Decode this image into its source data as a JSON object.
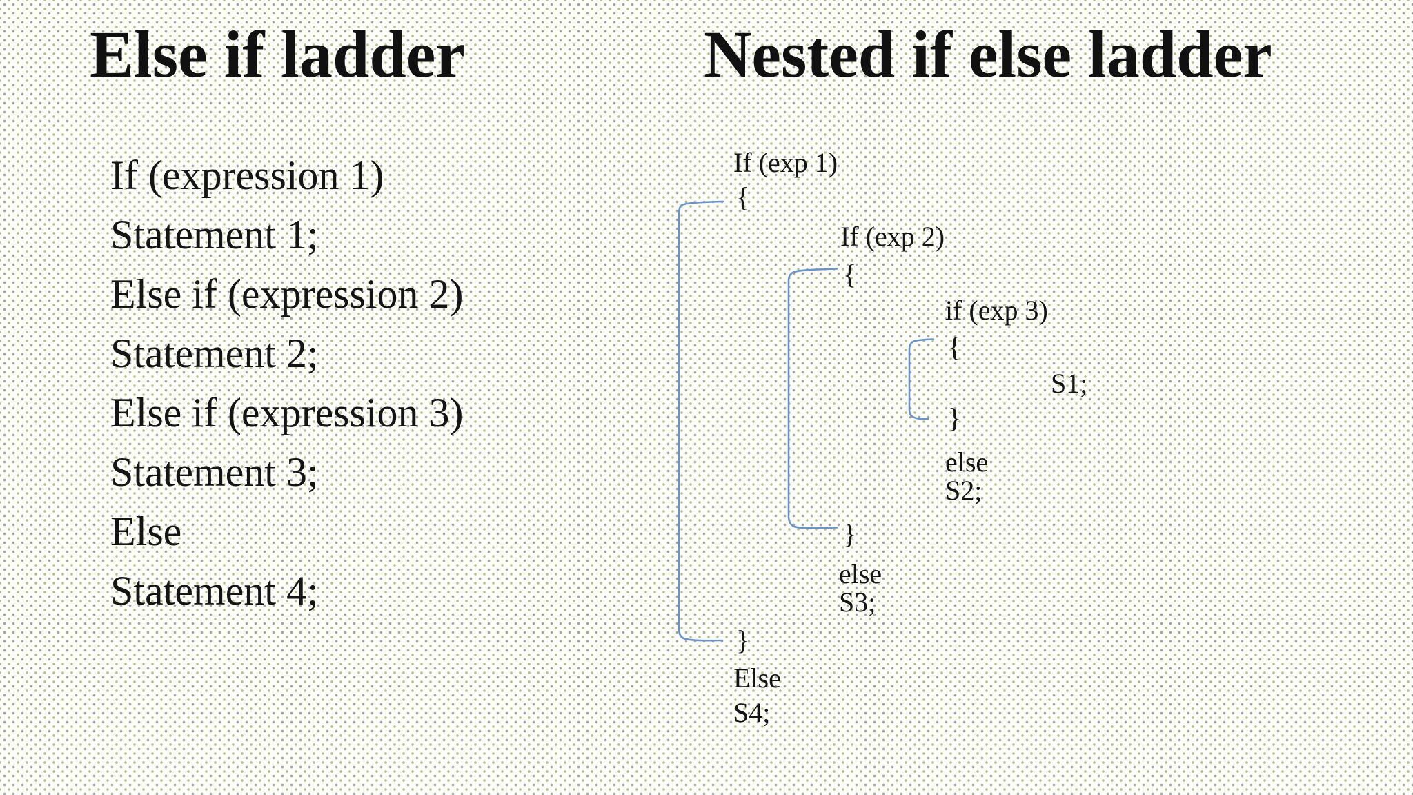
{
  "left": {
    "title": "Else if ladder",
    "lines": [
      "If (expression 1)",
      "Statement 1;",
      "Else if (expression 2)",
      "Statement 2;",
      "Else if (expression 3)",
      "Statement 3;",
      "Else",
      "Statement 4;"
    ]
  },
  "right": {
    "title": "Nested if else ladder",
    "items": [
      "If (exp 1)",
      "{",
      "If (exp 2)",
      "{",
      "if (exp 3)",
      "{",
      "S1;",
      "}",
      "else",
      "S2;",
      "}",
      "else",
      "S3;",
      "}",
      "Else",
      "S4;"
    ]
  },
  "colors": {
    "text": "#141414",
    "background": "#fcfdf9",
    "dot_gray": "#a0a49b",
    "dot_green": "#b3bf8e",
    "bracket": "#6b93c7"
  }
}
